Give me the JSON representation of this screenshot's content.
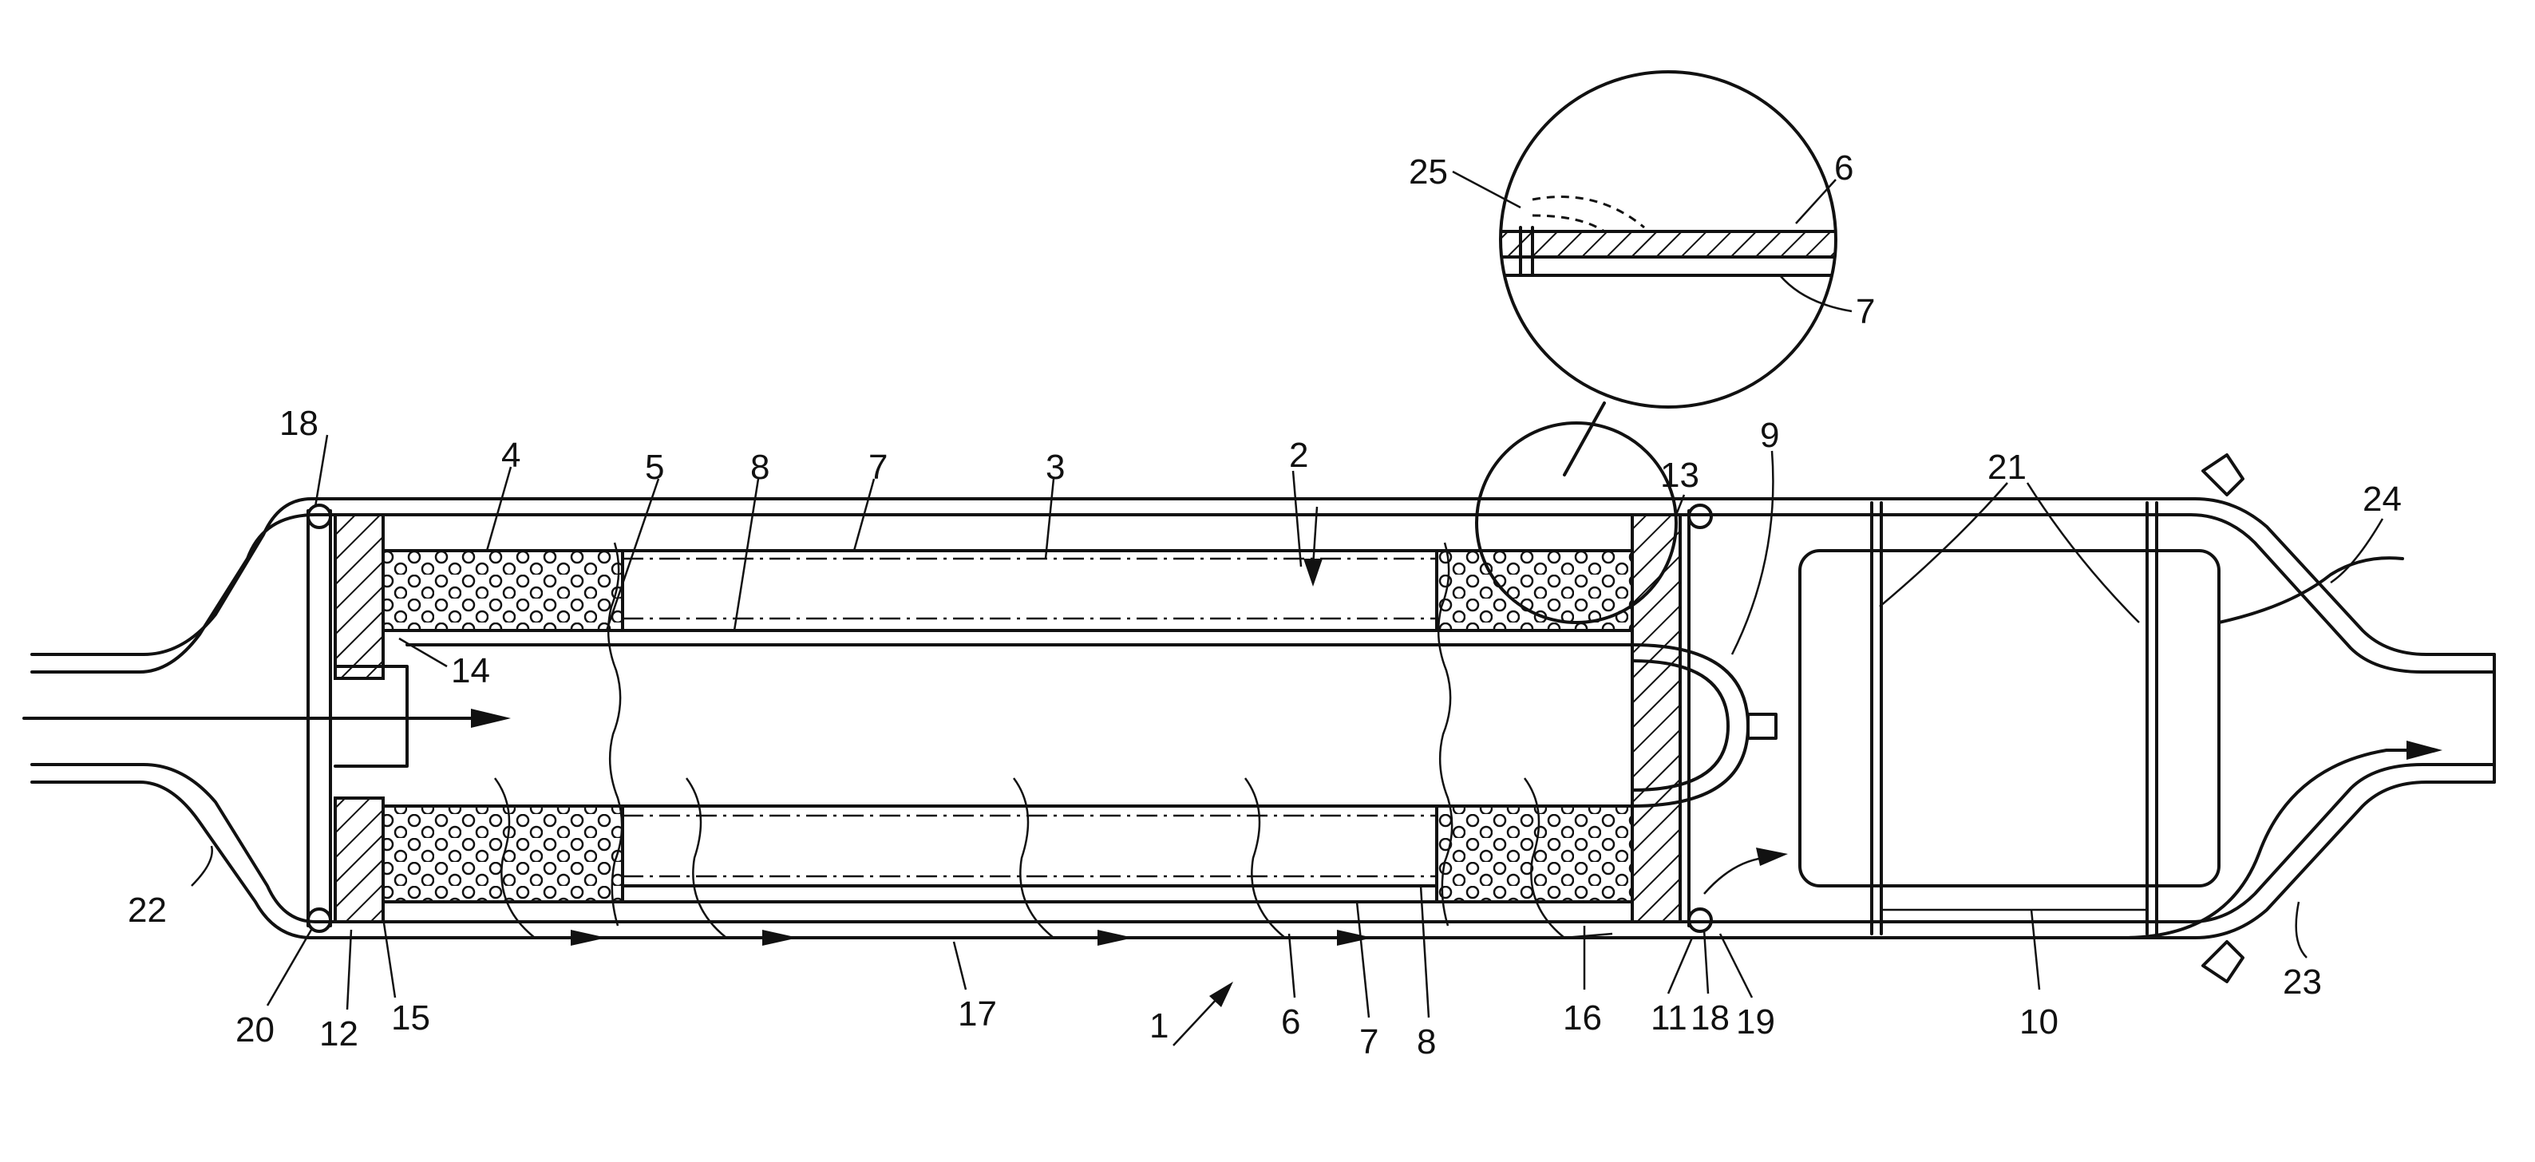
{
  "labels": {
    "l1": "1",
    "l2": "2",
    "l3": "3",
    "l4": "4",
    "l5": "5",
    "l6a": "6",
    "l6b": "6",
    "l7a": "7",
    "l7b": "7",
    "l7c": "7",
    "l8a": "8",
    "l8b": "8",
    "l9": "9",
    "l10": "10",
    "l11": "11",
    "l12": "12",
    "l13": "13",
    "l14": "14",
    "l15": "15",
    "l16": "16",
    "l17": "17",
    "l18a": "18",
    "l18b": "18",
    "l19": "19",
    "l20": "20",
    "l21": "21",
    "l22": "22",
    "l23": "23",
    "l24": "24",
    "l25": "25"
  }
}
